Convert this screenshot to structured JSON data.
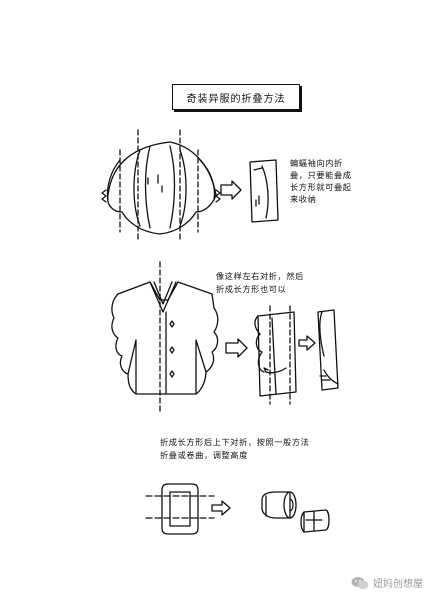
{
  "title": "奇装异服的折叠方法",
  "notes": {
    "step1": "蝙蝠袖向内折叠，只要能叠成长方形就可叠起来收纳",
    "step2_line1": "像这样左右对折，然后",
    "step2_line2": "折成长方形也可以",
    "step3_line1": "折成长方形后上下对折，按照一般方法",
    "step3_line2": "折叠或卷曲，调整高度"
  },
  "watermark": {
    "text": "妞妈创想屋",
    "icon": "wechat-icon",
    "color": "#9a9a9a"
  }
}
